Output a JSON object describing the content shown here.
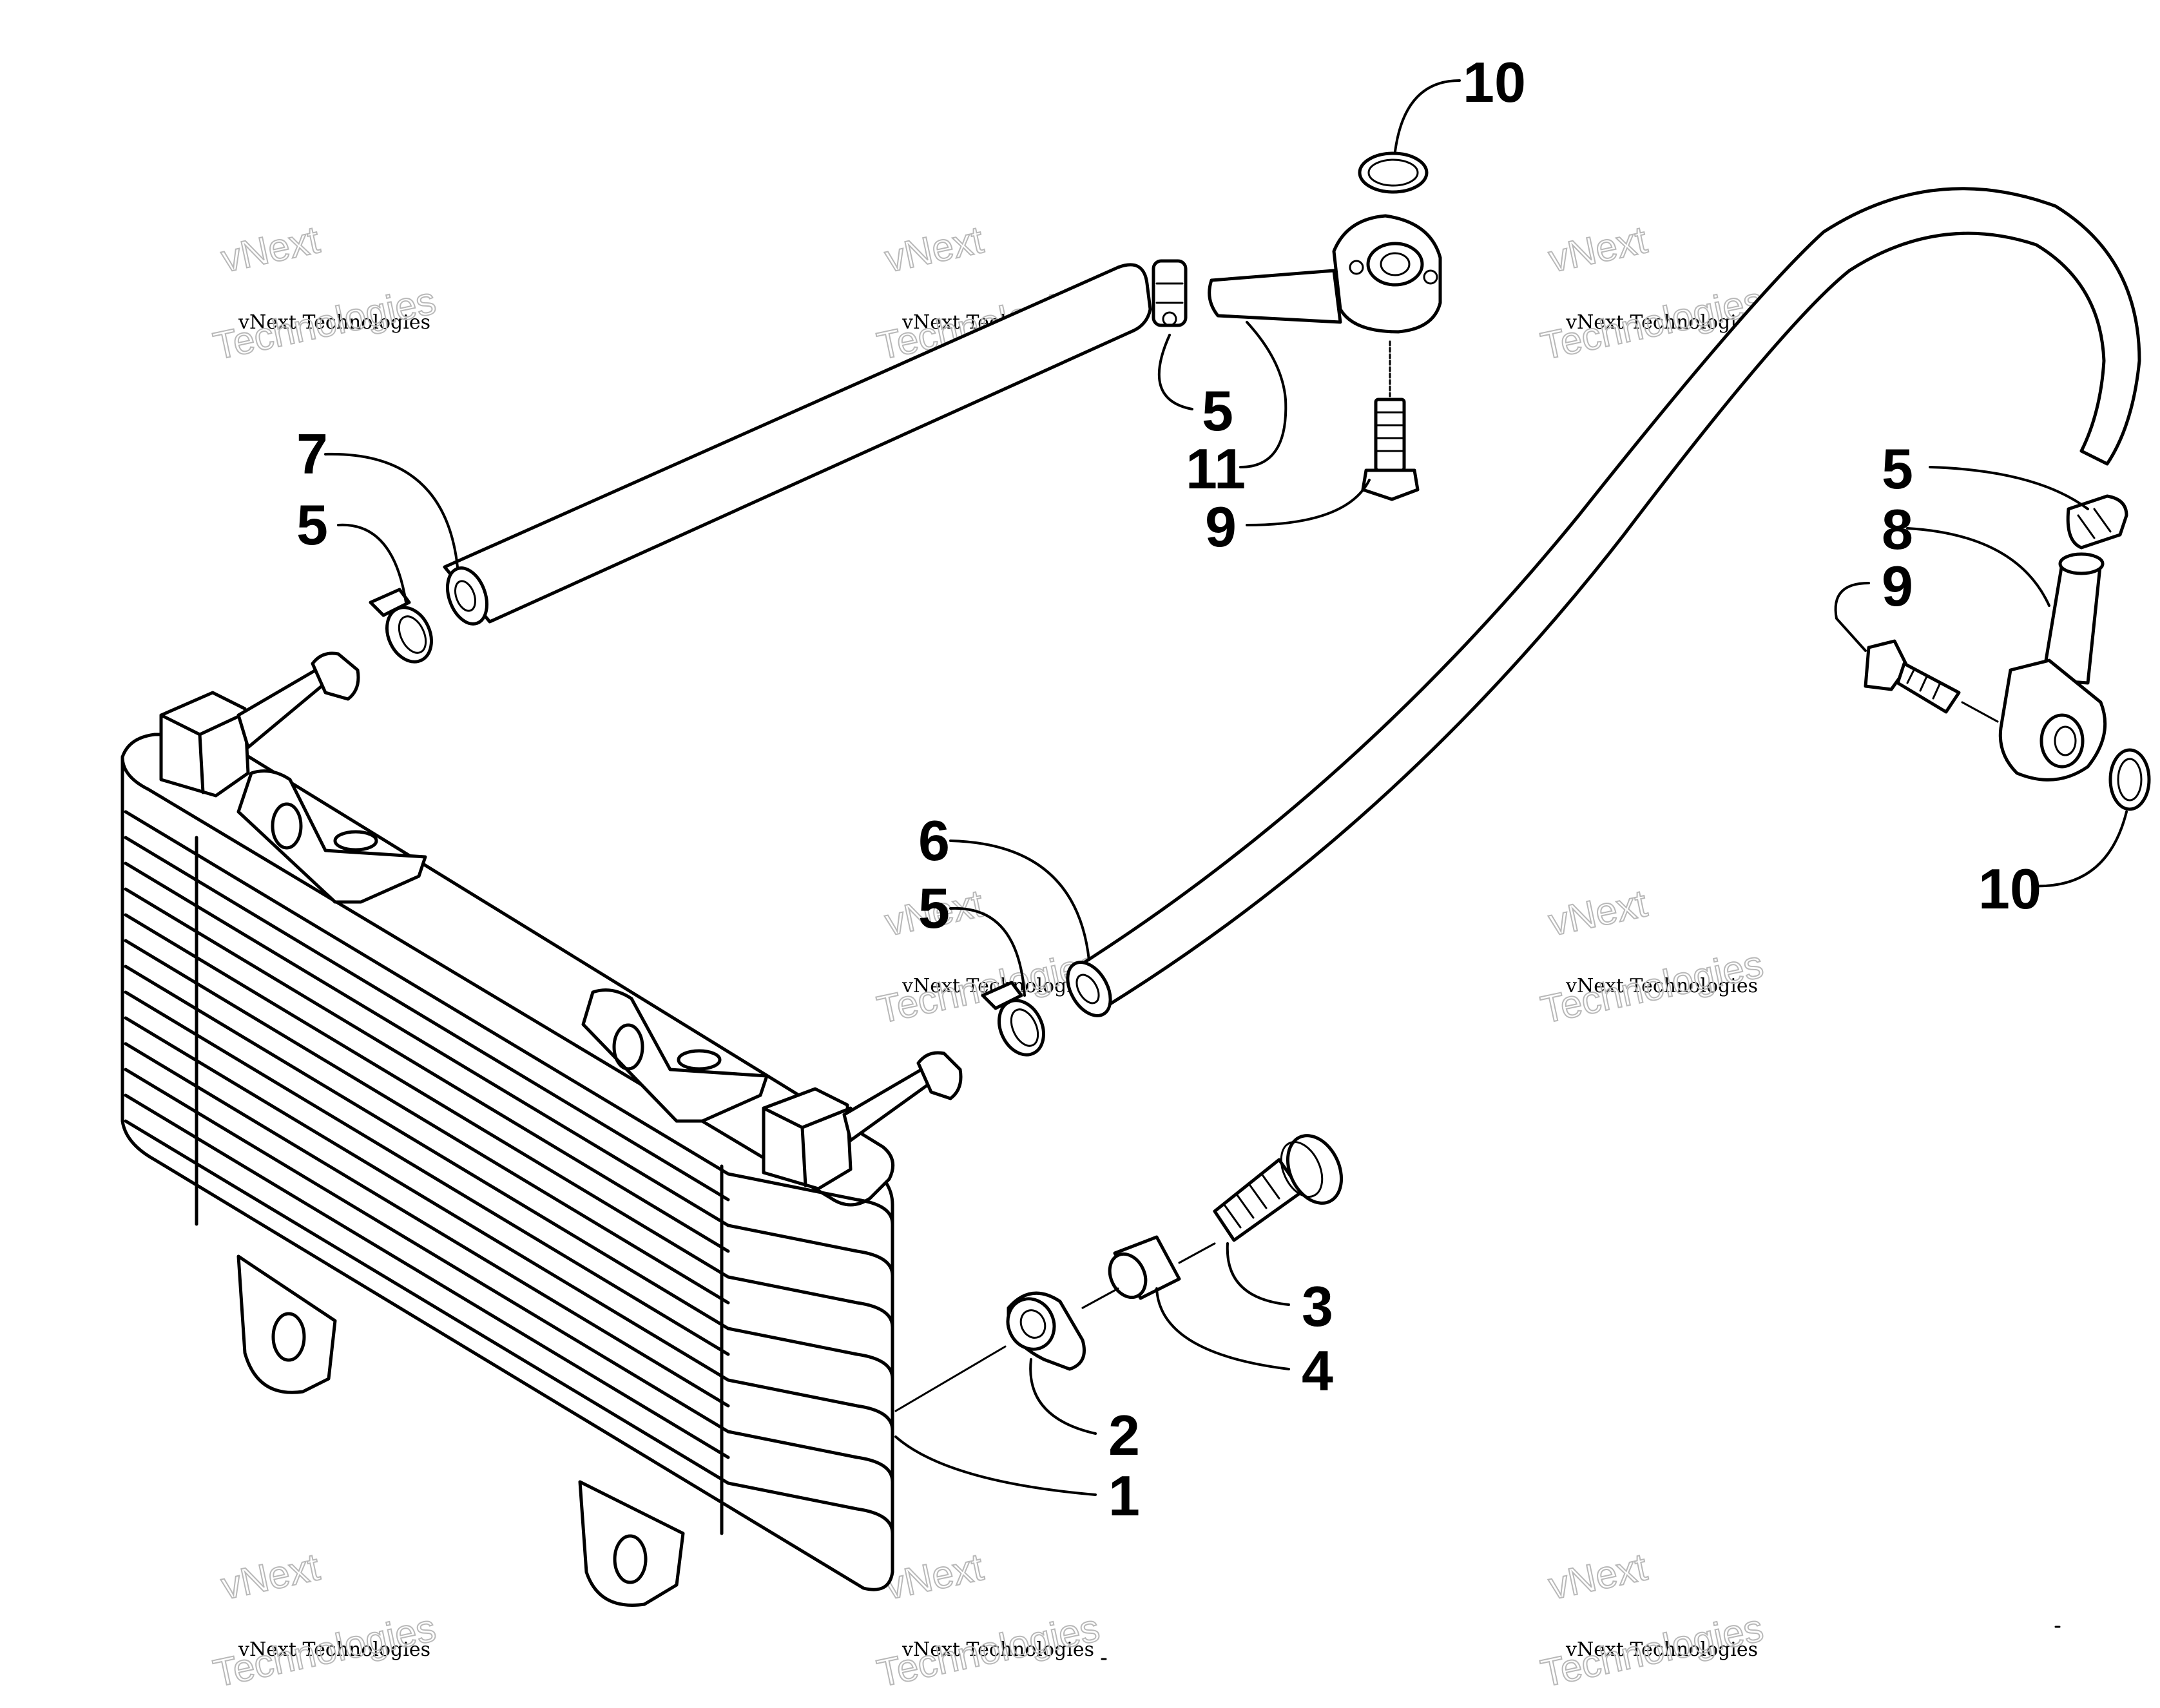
{
  "callouts": {
    "c1": "1",
    "c2": "2",
    "c3": "3",
    "c4": "4",
    "c5a": "5",
    "c5b": "5",
    "c5c": "5",
    "c5d": "5",
    "c6": "6",
    "c7": "7",
    "c8": "8",
    "c9a": "9",
    "c9b": "9",
    "c10a": "10",
    "c10b": "10",
    "c11": "11"
  },
  "watermark": {
    "line1": "vNext",
    "line2": "vNext Technologies",
    "line3": "Technologies"
  }
}
